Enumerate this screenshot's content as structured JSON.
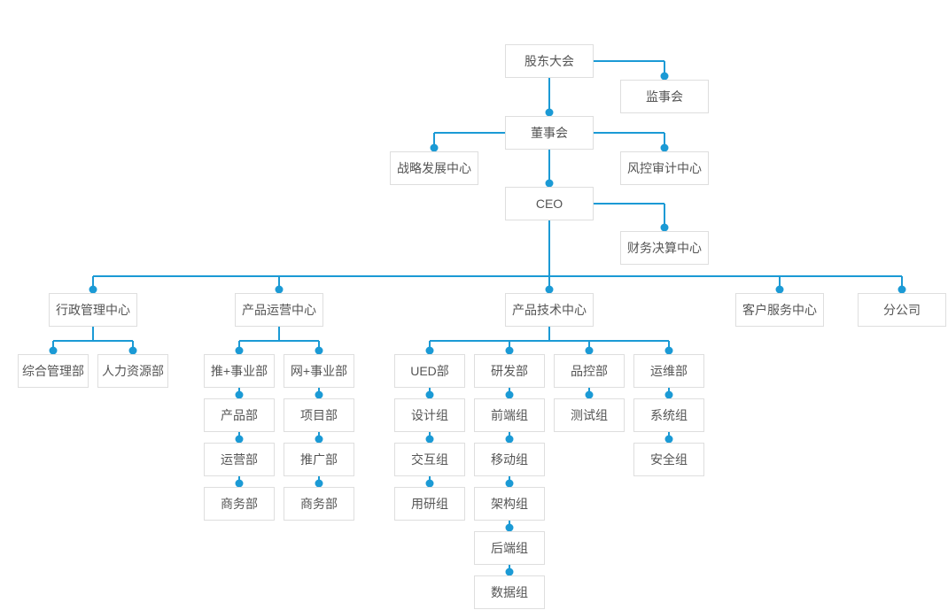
{
  "page": {
    "background": "#ffffff"
  },
  "colors": {
    "connector_line": "#1b9ad5",
    "connector_dot": "#1b9ad5",
    "node_border": "#dedede",
    "node_background": "#ffffff",
    "node_text": "#555555"
  },
  "org_chart": {
    "nodes": {
      "shareholders": {
        "label": "股东大会"
      },
      "supervisory": {
        "label": "监事会"
      },
      "board": {
        "label": "董事会"
      },
      "strategy": {
        "label": "战略发展中心"
      },
      "risk_audit": {
        "label": "风控审计中心"
      },
      "ceo": {
        "label": "CEO"
      },
      "finance": {
        "label": "财务决算中心"
      },
      "admin_center": {
        "label": "行政管理中心"
      },
      "ops_center": {
        "label": "产品运营中心"
      },
      "tech_center": {
        "label": "产品技术中心"
      },
      "service_center": {
        "label": "客户服务中心"
      },
      "branch": {
        "label": "分公司"
      },
      "general_mgmt": {
        "label": "综合管理部"
      },
      "hr": {
        "label": "人力资源部"
      },
      "tui_division": {
        "label": "推+事业部"
      },
      "wang_division": {
        "label": "网+事业部"
      },
      "product_dept": {
        "label": "产品部"
      },
      "operation_dept": {
        "label": "运营部"
      },
      "business_dept_tui": {
        "label": "商务部"
      },
      "project_dept": {
        "label": "项目部"
      },
      "promotion_dept": {
        "label": "推广部"
      },
      "business_dept_wang": {
        "label": "商务部"
      },
      "ued_dept": {
        "label": "UED部"
      },
      "rd_dept": {
        "label": "研发部"
      },
      "qc_dept": {
        "label": "品控部"
      },
      "om_dept": {
        "label": "运维部"
      },
      "design_group": {
        "label": "设计组"
      },
      "interaction_group": {
        "label": "交互组"
      },
      "user_research_group": {
        "label": "用研组"
      },
      "frontend_group": {
        "label": "前端组"
      },
      "mobile_group": {
        "label": "移动组"
      },
      "architecture_group": {
        "label": "架构组"
      },
      "backend_group": {
        "label": "后端组"
      },
      "data_group": {
        "label": "数据组"
      },
      "testing_group": {
        "label": "测试组"
      },
      "system_group": {
        "label": "系统组"
      },
      "security_group": {
        "label": "安全组"
      }
    },
    "hierarchy": {
      "shareholders": [
        "supervisory",
        "board"
      ],
      "board": [
        "strategy",
        "risk_audit",
        "ceo"
      ],
      "ceo": [
        "finance",
        "admin_center",
        "ops_center",
        "tech_center",
        "service_center",
        "branch"
      ],
      "admin_center": [
        "general_mgmt",
        "hr"
      ],
      "ops_center": [
        "tui_division",
        "wang_division"
      ],
      "tui_division": [
        "product_dept",
        "operation_dept",
        "business_dept_tui"
      ],
      "wang_division": [
        "project_dept",
        "promotion_dept",
        "business_dept_wang"
      ],
      "tech_center": [
        "ued_dept",
        "rd_dept",
        "qc_dept",
        "om_dept"
      ],
      "ued_dept": [
        "design_group",
        "interaction_group",
        "user_research_group"
      ],
      "rd_dept": [
        "frontend_group",
        "mobile_group",
        "architecture_group",
        "backend_group",
        "data_group"
      ],
      "qc_dept": [
        "testing_group"
      ],
      "om_dept": [
        "system_group",
        "security_group"
      ]
    }
  }
}
